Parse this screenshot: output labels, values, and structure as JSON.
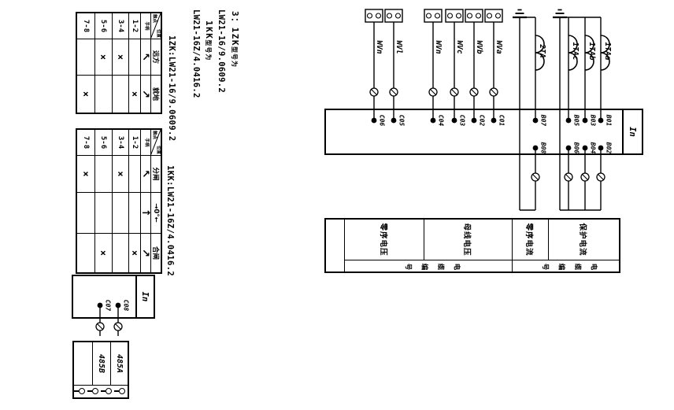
{
  "notes": {
    "lines": [
      {
        "main": "3：1ZK",
        "suffix": "型号为",
        "tail": ""
      },
      {
        "main": "LW21-16/9.0609.2",
        "suffix": "",
        "tail": ""
      },
      {
        "main": "1KK",
        "suffix": "型号为",
        "tail": ""
      },
      {
        "main": "LW21-16Z/4.0416.2",
        "suffix": "",
        "tail": ""
      }
    ]
  },
  "switch_tables": [
    {
      "label": "1ZK:LW21-16/9.0609.2",
      "diag_top": "位置",
      "diag_bottom": "触点",
      "handle_label": "手柄",
      "contacts": [
        "1-2",
        "3-4",
        "5-6",
        "7-8"
      ],
      "columns": [
        {
          "header": "远方",
          "arrow": "↖",
          "marks": [
            "",
            "×",
            "×",
            ""
          ]
        },
        {
          "header": "就地",
          "arrow": "↗",
          "marks": [
            "×",
            "",
            "",
            "×"
          ]
        }
      ]
    },
    {
      "label": "1KK:LW21-16Z/4.0416.2",
      "diag_top": "位置",
      "diag_bottom": "触点",
      "handle_label": "手柄",
      "contacts": [
        "1-2",
        "3-4",
        "5-6",
        "7-8"
      ],
      "columns": [
        {
          "header": "分闸",
          "arrow": "↖",
          "marks": [
            "",
            "×",
            "",
            "×"
          ]
        },
        {
          "header": "→0°←",
          "arrow": "↑",
          "marks": [
            "",
            "",
            "",
            ""
          ]
        },
        {
          "header": "合闸",
          "arrow": "↗",
          "marks": [
            "×",
            "",
            "×",
            ""
          ]
        }
      ]
    }
  ],
  "device_block": {
    "in_label": "In",
    "pt_rows": [
      {
        "wire": "WVa",
        "terminal": "C01"
      },
      {
        "wire": "WVb",
        "terminal": "C02"
      },
      {
        "wire": "WVc",
        "terminal": "C03"
      },
      {
        "wire": "WVn",
        "terminal": "C04"
      },
      {
        "wire": "WVl",
        "terminal": "C05"
      },
      {
        "wire": "WVn",
        "terminal": "C06"
      }
    ],
    "ct_rows": [
      {
        "ct": "1TAa",
        "terminal": "B01",
        "return_terminal": "B02"
      },
      {
        "ct": "1TAb",
        "terminal": "B03",
        "return_terminal": "B04"
      },
      {
        "ct": "1TAc",
        "terminal": "B05",
        "return_terminal": "B06"
      },
      {
        "ct": "2TA",
        "terminal": "B07",
        "return_terminal": "B08"
      }
    ]
  },
  "signal_table": {
    "cells": [
      "保护电流",
      "零序电流",
      "母线电压",
      "零序电压"
    ],
    "cable_note": "电缆编号"
  },
  "comm_block": {
    "in_label": "In",
    "terminals": [
      "C08",
      "C07"
    ]
  },
  "comm_table": {
    "rows": [
      "485A",
      "485B",
      ""
    ]
  }
}
